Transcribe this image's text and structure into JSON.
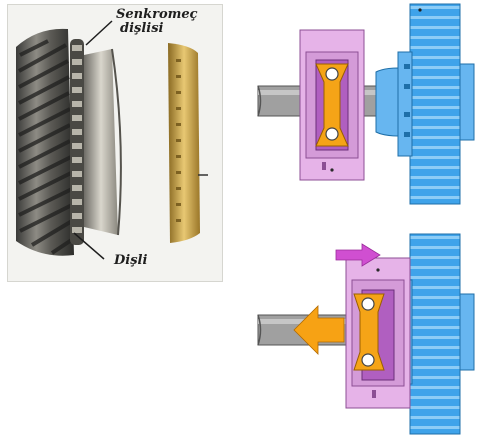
{
  "labels": {
    "synchro_gear_line1": "Senkromeç",
    "synchro_gear_line2": "dişlisi",
    "gear": "Dişli"
  },
  "colors": {
    "collar_pink": "#e6b3e8",
    "collar_pink_dark": "#c983cf",
    "hub_purple": "#b05fc0",
    "synchro_blue": "#67b6f0",
    "gear_blue": "#3fa3ea",
    "shaft_gray": "#9a9a9a",
    "spring_orange": "#f5a417",
    "arrow_orange": "#f7a214",
    "arrow_magenta": "#d04fd1"
  },
  "icons": {
    "movement_arrow": "arrow-right-icon",
    "force_arrow": "arrow-left-icon"
  }
}
